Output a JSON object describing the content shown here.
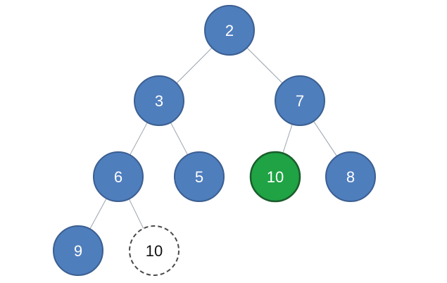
{
  "colors": {
    "node_fill": "#4f7ebd",
    "node_stroke": "#3b5f91",
    "highlight_fill": "#1fa344",
    "highlight_stroke": "#1a5c2c",
    "ghost_fill": "#ffffff",
    "ghost_stroke": "#4a4a4a",
    "edge": "#9aa3ad",
    "label_light": "#ffffff",
    "label_dark": "#111111"
  },
  "tree": {
    "nodes": [
      {
        "id": "root-2",
        "label": "2",
        "style": "normal"
      },
      {
        "id": "node-3",
        "label": "3",
        "style": "normal"
      },
      {
        "id": "node-7",
        "label": "7",
        "style": "normal"
      },
      {
        "id": "node-6",
        "label": "6",
        "style": "normal"
      },
      {
        "id": "node-5",
        "label": "5",
        "style": "normal"
      },
      {
        "id": "node-10",
        "label": "10",
        "style": "highlight"
      },
      {
        "id": "node-8",
        "label": "8",
        "style": "normal"
      },
      {
        "id": "node-9",
        "label": "9",
        "style": "normal"
      },
      {
        "id": "node-10-ghost",
        "label": "10",
        "style": "ghost"
      }
    ],
    "edges": [
      {
        "from": "root-2",
        "to": "node-3"
      },
      {
        "from": "root-2",
        "to": "node-7"
      },
      {
        "from": "node-3",
        "to": "node-6"
      },
      {
        "from": "node-3",
        "to": "node-5"
      },
      {
        "from": "node-7",
        "to": "node-10"
      },
      {
        "from": "node-7",
        "to": "node-8"
      },
      {
        "from": "node-6",
        "to": "node-9"
      },
      {
        "from": "node-6",
        "to": "node-10-ghost"
      }
    ]
  }
}
